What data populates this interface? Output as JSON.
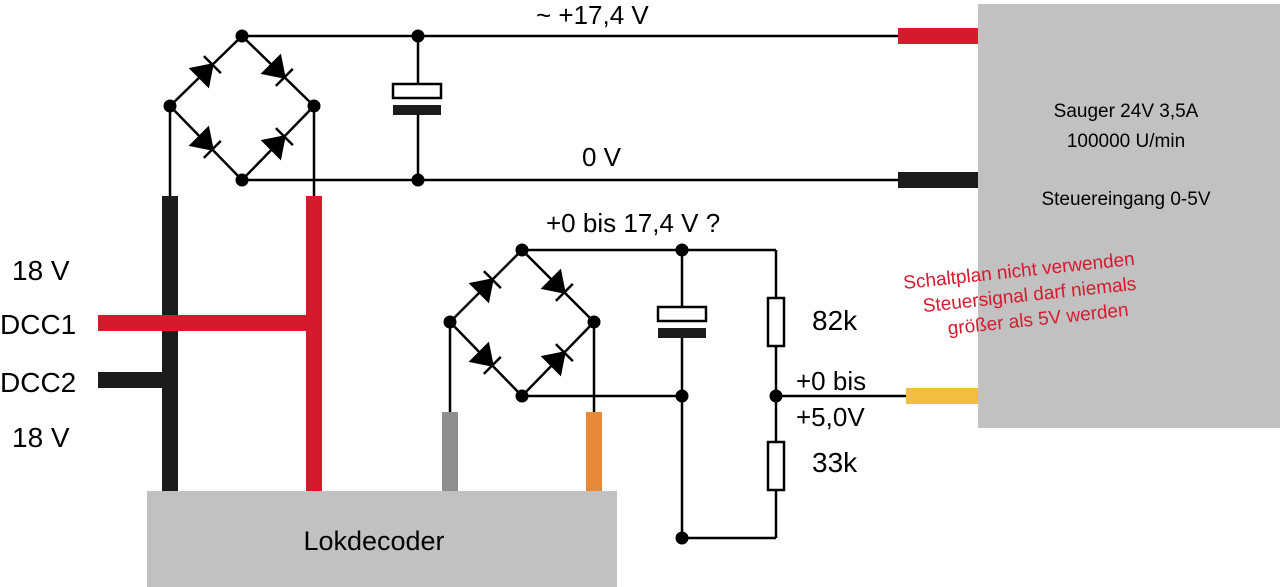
{
  "labels": {
    "v_supply": "~ +17,4 V",
    "v_zero": "0 V",
    "v_variable": "+0 bis 17,4 V ?",
    "res_top": "82k",
    "res_bottom": "33k",
    "out_line1": "+0 bis",
    "out_line2": "+5,0V",
    "in_18v_top": "18 V",
    "in_dcc1": "DCC1",
    "in_dcc2": "DCC2",
    "in_18v_bottom": "18 V"
  },
  "decoder": {
    "title": "Lokdecoder"
  },
  "motor": {
    "line1": "Sauger 24V 3,5A",
    "line2": "100000 U/min",
    "line3": "Steuereingang 0-5V"
  },
  "warning": {
    "line1": "Schaltplan nicht verwenden",
    "line2": "Steuersignal darf niemals",
    "line3": "größer als 5V werden"
  },
  "colors": {
    "red": "#d7192e",
    "black": "#1c1c1c",
    "gray_box": "#c1c1c1",
    "gray_wire": "#8e8e8e",
    "orange": "#e8893a",
    "yellow": "#f3bd42",
    "warning_text": "#d7192e"
  }
}
